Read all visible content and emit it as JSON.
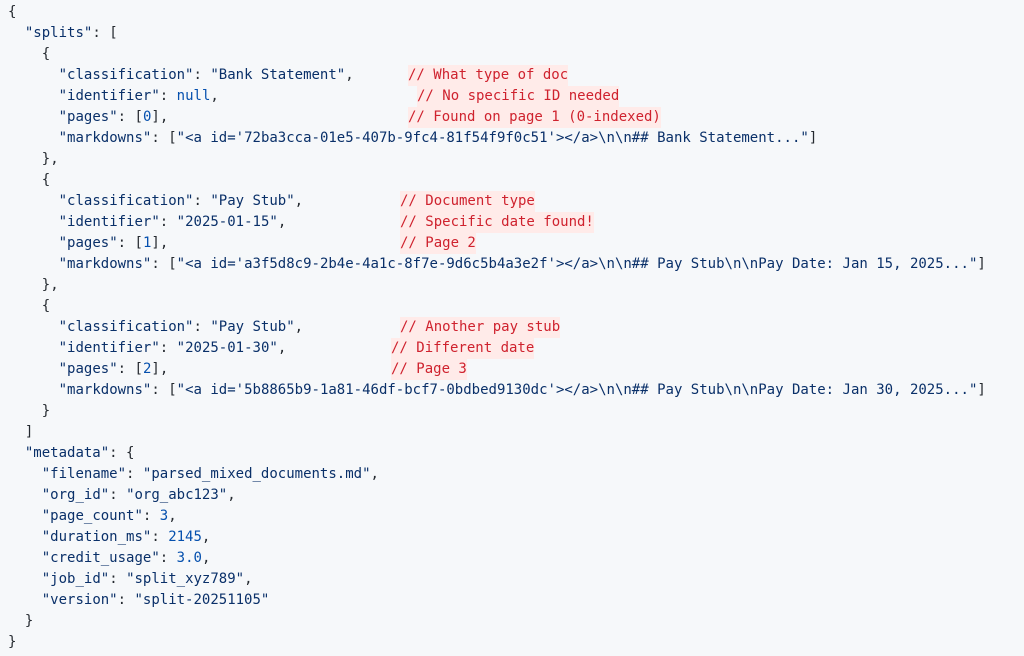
{
  "code": {
    "lines": [
      "{",
      "  \"splits\": [",
      "    {",
      "      \"classification\": \"Bank Statement\",",
      "      \"identifier\": null,",
      "      \"pages\": [0],",
      "      \"markdowns\": [\"<a id='72ba3cca-01e5-407b-9fc4-81f54f9f0c51'></a>\\n\\n## Bank Statement...\"]",
      "    },",
      "    {",
      "      \"classification\": \"Pay Stub\",",
      "      \"identifier\": \"2025-01-15\",",
      "      \"pages\": [1],",
      "      \"markdowns\": [\"<a id='a3f5d8c9-2b4e-4a1c-8f7e-9d6c5b4a3e2f'></a>\\n\\n## Pay Stub\\n\\nPay Date: Jan 15, 2025...\"]",
      "    },",
      "    {",
      "      \"classification\": \"Pay Stub\",",
      "      \"identifier\": \"2025-01-30\",",
      "      \"pages\": [2],",
      "      \"markdowns\": [\"<a id='5b8865b9-1a81-46df-bcf7-0bdbed9130dc'></a>\\n\\n## Pay Stub\\n\\nPay Date: Jan 30, 2025...\"]",
      "    }",
      "  ]",
      "  \"metadata\": {",
      "    \"filename\": \"parsed_mixed_documents.md\",",
      "    \"org_id\": \"org_abc123\",",
      "    \"page_count\": 3,",
      "    \"duration_ms\": 2145,",
      "    \"credit_usage\": 3.0,",
      "    \"job_id\": \"split_xyz789\",",
      "    \"version\": \"split-20251105\"",
      "  }",
      "}"
    ],
    "comments": [
      {
        "line": 3,
        "text": "// What type of doc"
      },
      {
        "line": 4,
        "text": "// No specific ID needed"
      },
      {
        "line": 5,
        "text": "// Found on page 1 (0-indexed)"
      },
      {
        "line": 9,
        "text": "// Document type"
      },
      {
        "line": 10,
        "text": "// Specific date found!"
      },
      {
        "line": 11,
        "text": "// Page 2"
      },
      {
        "line": 15,
        "text": "// Another pay stub"
      },
      {
        "line": 16,
        "text": "// Different date"
      },
      {
        "line": 17,
        "text": "// Page 3"
      }
    ],
    "colors": {
      "background": "#f6f8fa",
      "key": "#0a3069",
      "string": "#0a3069",
      "number": "#0550ae",
      "comment": "#cf222e",
      "comment_bg": "#ffebe9"
    }
  }
}
